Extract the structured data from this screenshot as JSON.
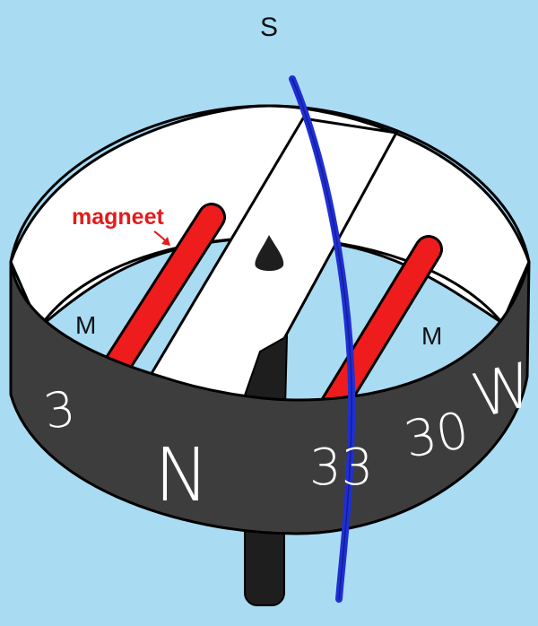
{
  "labels": {
    "top_direction": "S",
    "magnet_label": "magneet",
    "magnet_left_letter": "M",
    "magnet_right_letter": "M"
  },
  "dial": {
    "marks": [
      "3",
      "N",
      "33",
      "30",
      "W"
    ]
  },
  "colors": {
    "background": "#a9dcf3",
    "dial_band": "#3d3d3d",
    "dial_inside": "#ffffff",
    "magnet": "#ee1c1c",
    "needle": "#1e1e1e",
    "meridian_wire": "#1f2fd6",
    "label_red": "#e21b1b"
  }
}
